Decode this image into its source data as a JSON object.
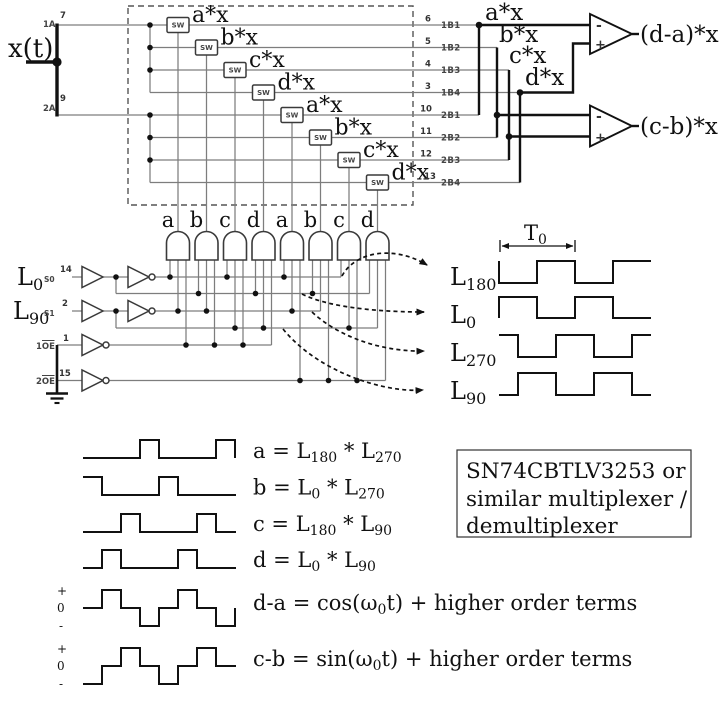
{
  "source": {
    "signal": "x(t)",
    "port_1a": "1A",
    "pin_1a": "7",
    "port_2a": "2A",
    "pin_2a": "9"
  },
  "mux": {
    "switch_label": "SW",
    "switch_outputs": [
      "a*x",
      "b*x",
      "c*x",
      "d*x",
      "a*x",
      "b*x",
      "c*x",
      "d*x"
    ],
    "output_pins": [
      "6",
      "5",
      "4",
      "3",
      "10",
      "11",
      "12",
      "13"
    ],
    "output_ports": [
      "1B1",
      "1B2",
      "1B3",
      "1B4",
      "2B1",
      "2B2",
      "2B3",
      "2B4"
    ],
    "bus_signals": [
      "a*x",
      "b*x",
      "c*x",
      "d*x"
    ]
  },
  "amps": {
    "minus": "-",
    "plus": "+",
    "top_output": "(d-a)*x",
    "bottom_output": "(c-b)*x"
  },
  "gates": {
    "labels": [
      "a",
      "b",
      "c",
      "d",
      "a",
      "b",
      "c",
      "d"
    ]
  },
  "controls": {
    "l0": {
      "base": "L",
      "sub": "0"
    },
    "l0_port": "S0",
    "l0_pin": "14",
    "l90": {
      "base": "L",
      "sub": "90"
    },
    "l90_port": "S1",
    "l90_pin": "2",
    "oe1": "1OE",
    "oe1_pin": "1",
    "oe2": "2OE",
    "oe2_pin": "15"
  },
  "timing": {
    "period": {
      "base": "T",
      "sub": "0"
    },
    "phases": [
      {
        "base": "L",
        "sub": "180"
      },
      {
        "base": "L",
        "sub": "0"
      },
      {
        "base": "L",
        "sub": "270"
      },
      {
        "base": "L",
        "sub": "90"
      }
    ]
  },
  "legend": {
    "eq_a": [
      "a = L",
      "180",
      " * L",
      "270"
    ],
    "eq_b": [
      "b = L",
      "0",
      " * L",
      "270"
    ],
    "eq_c": [
      "c = L",
      "180",
      " * L",
      "90"
    ],
    "eq_d": [
      "d = L",
      "0",
      " * L",
      "90"
    ],
    "eq_da": [
      "d-a = cos(ω",
      "0",
      "t) + higher order terms"
    ],
    "eq_cb": [
      "c-b =  sin(ω",
      "0",
      "t) + higher order terms"
    ],
    "levels": {
      "plus": "+",
      "zero": "0",
      "minus": "-"
    }
  },
  "note": {
    "line1": "SN74CBTLV3253 or",
    "line2": "similar multiplexer /",
    "line3": "demultiplexer"
  },
  "colors": {
    "ink": "#111111",
    "wire": "#7d7d7d",
    "outline": "#3a3a3a",
    "muted": "#555555",
    "background": "#ffffff"
  }
}
